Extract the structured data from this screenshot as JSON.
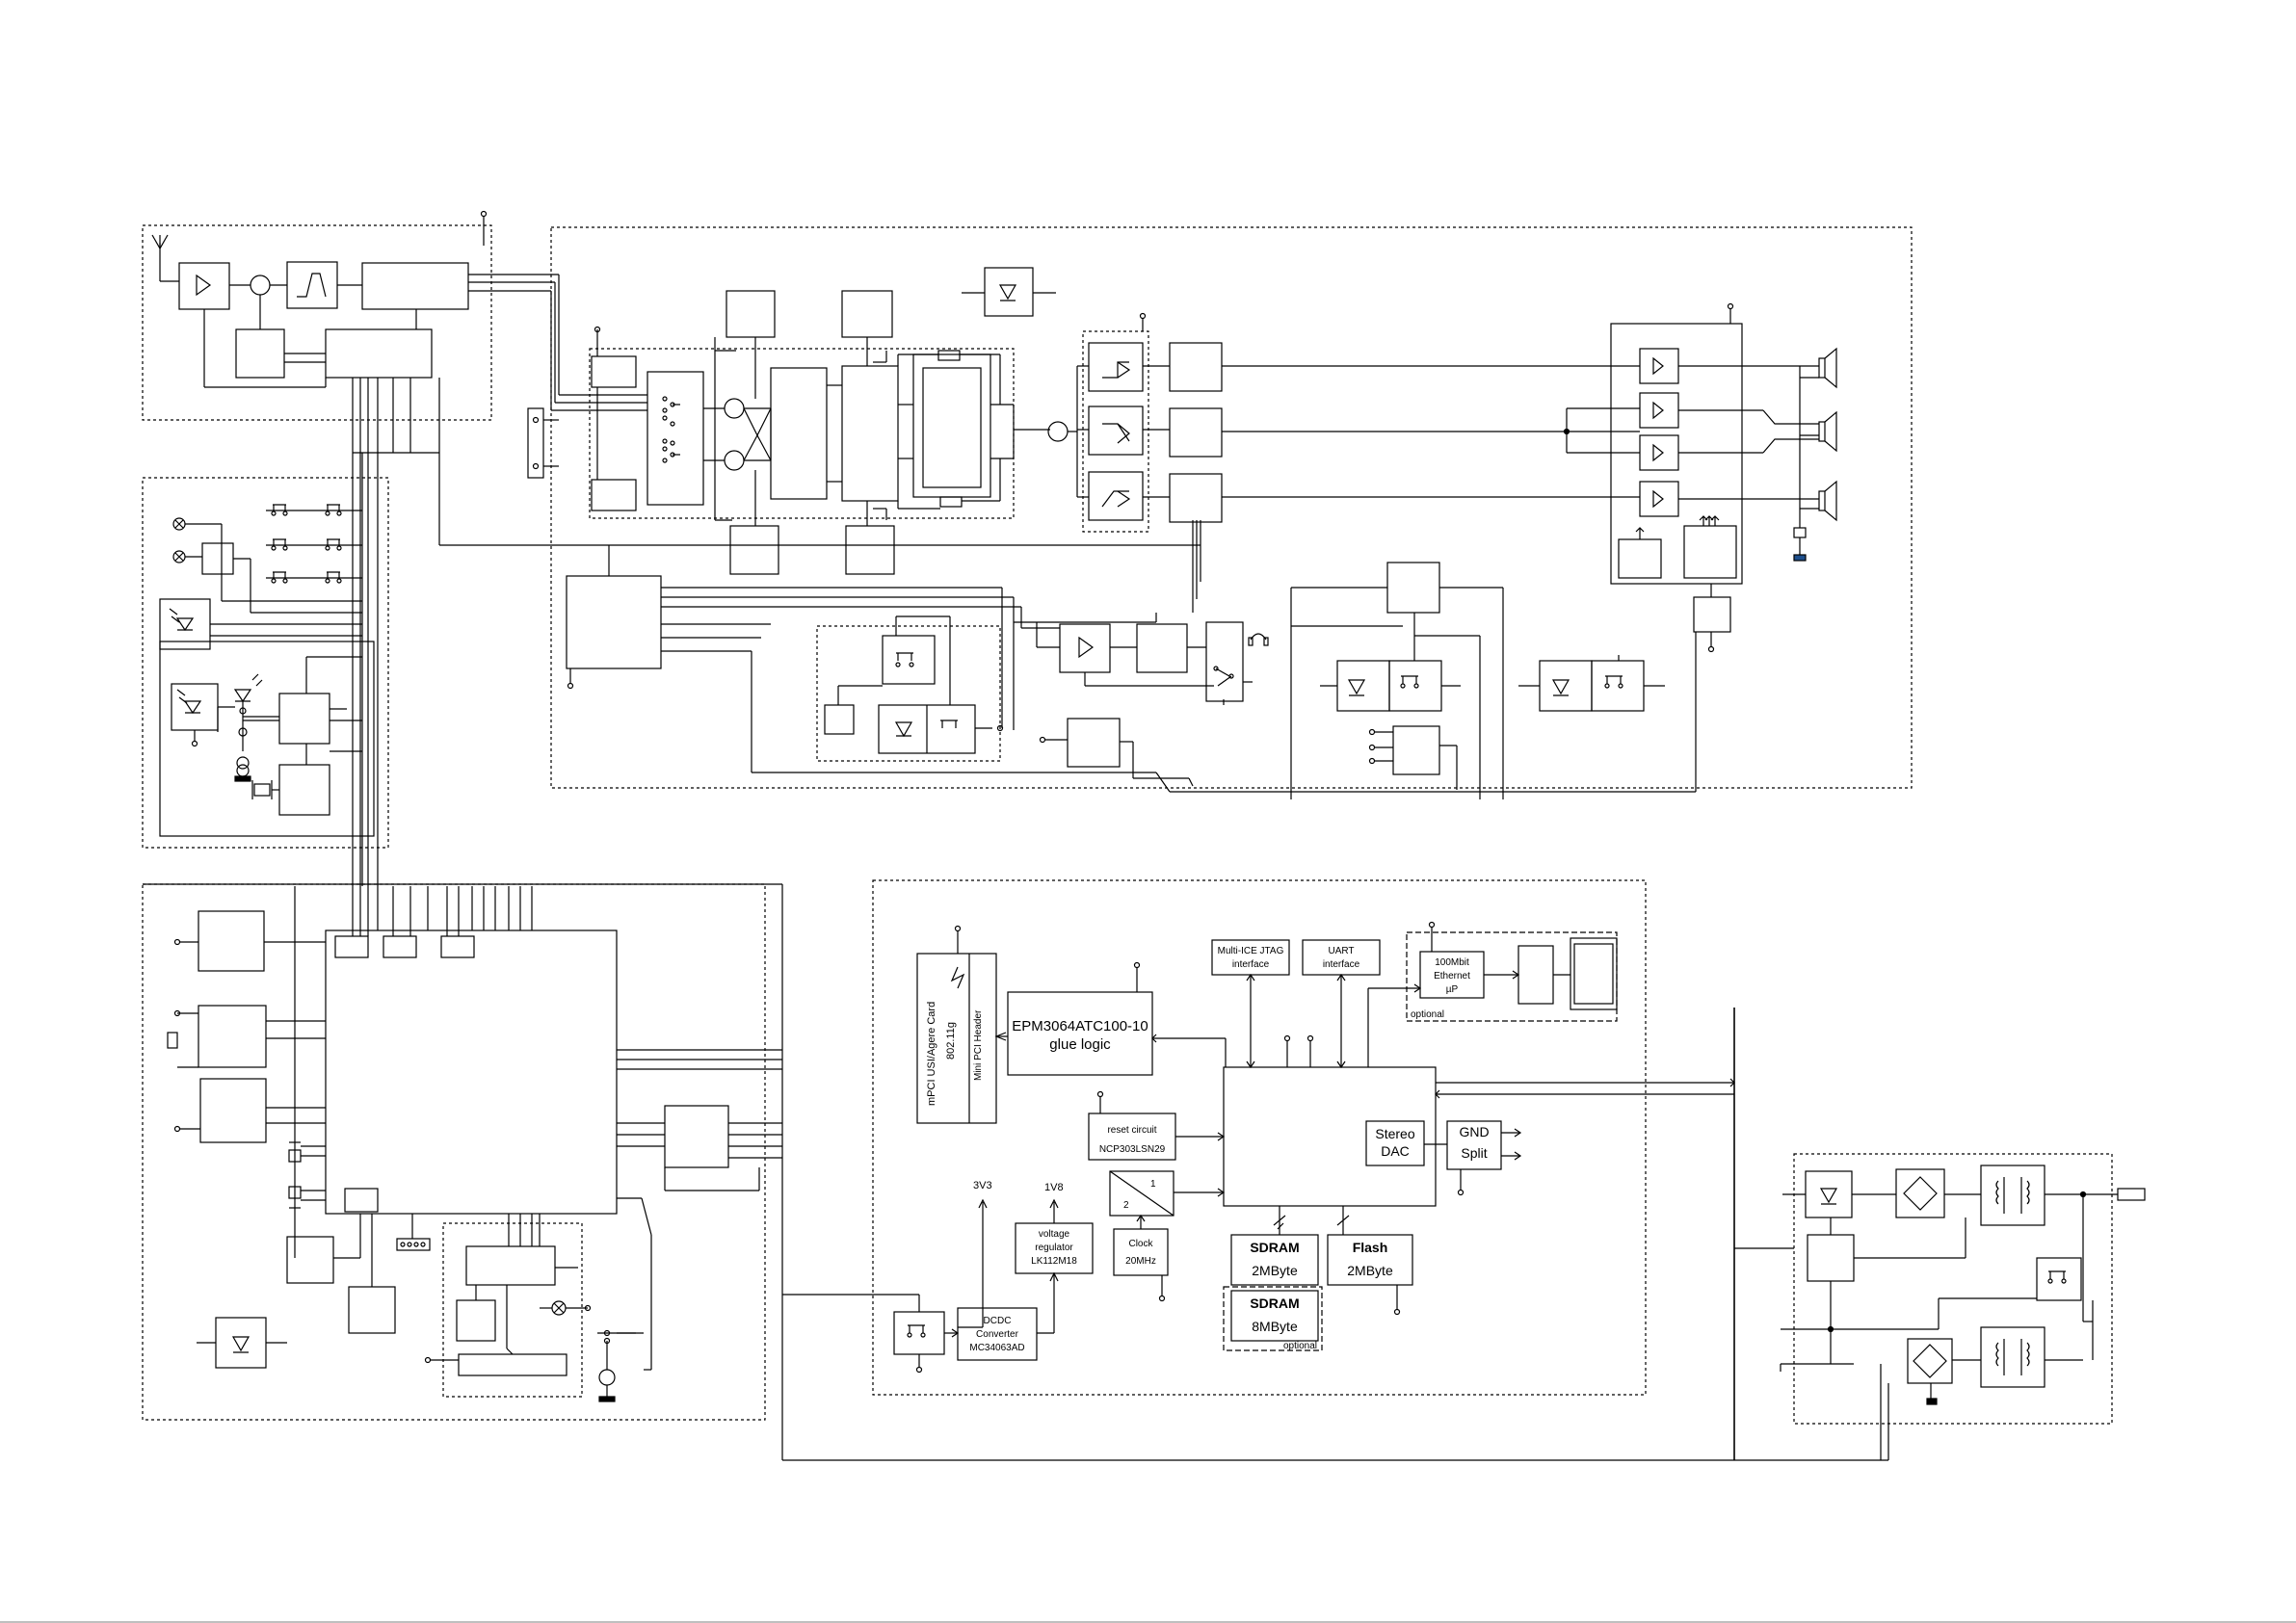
{
  "labels": {
    "mpci_card": "mPCI USI/Agere Card",
    "wifi_std": "802.11g",
    "mini_pci_header": "Mini PCI Header",
    "cpld_part": "EPM3064ATC100-10",
    "cpld_func": "glue logic",
    "jtag_1": "Multi-ICE JTAG",
    "jtag_2": "interface",
    "uart_1": "UART",
    "uart_2": "interface",
    "eth_1": "100Mbit",
    "eth_2": "Ethernet",
    "eth_3": "µP",
    "eth_optional": "optional",
    "reset_1": "reset circuit",
    "reset_2": "NCP303LSN29",
    "dac_1": "Stereo",
    "dac_2": "DAC",
    "gnd_1": "GND",
    "gnd_2": "Split",
    "rail_3v3": "3V3",
    "rail_1v8": "1V8",
    "vreg_1": "voltage",
    "vreg_2": "regulator",
    "vreg_3": "LK112M18",
    "clock_1": "Clock",
    "clock_2": "20MHz",
    "sdram1_1": "SDRAM",
    "sdram1_2": "2MByte",
    "flash_1": "Flash",
    "flash_2": "2MByte",
    "sdram2_1": "SDRAM",
    "sdram2_2": "8MByte",
    "sdram2_optional": "optional",
    "dcdc_1": "DCDC",
    "dcdc_2": "Converter",
    "dcdc_3": "MC34063AD",
    "mux_1": "1",
    "mux_2": "2"
  }
}
